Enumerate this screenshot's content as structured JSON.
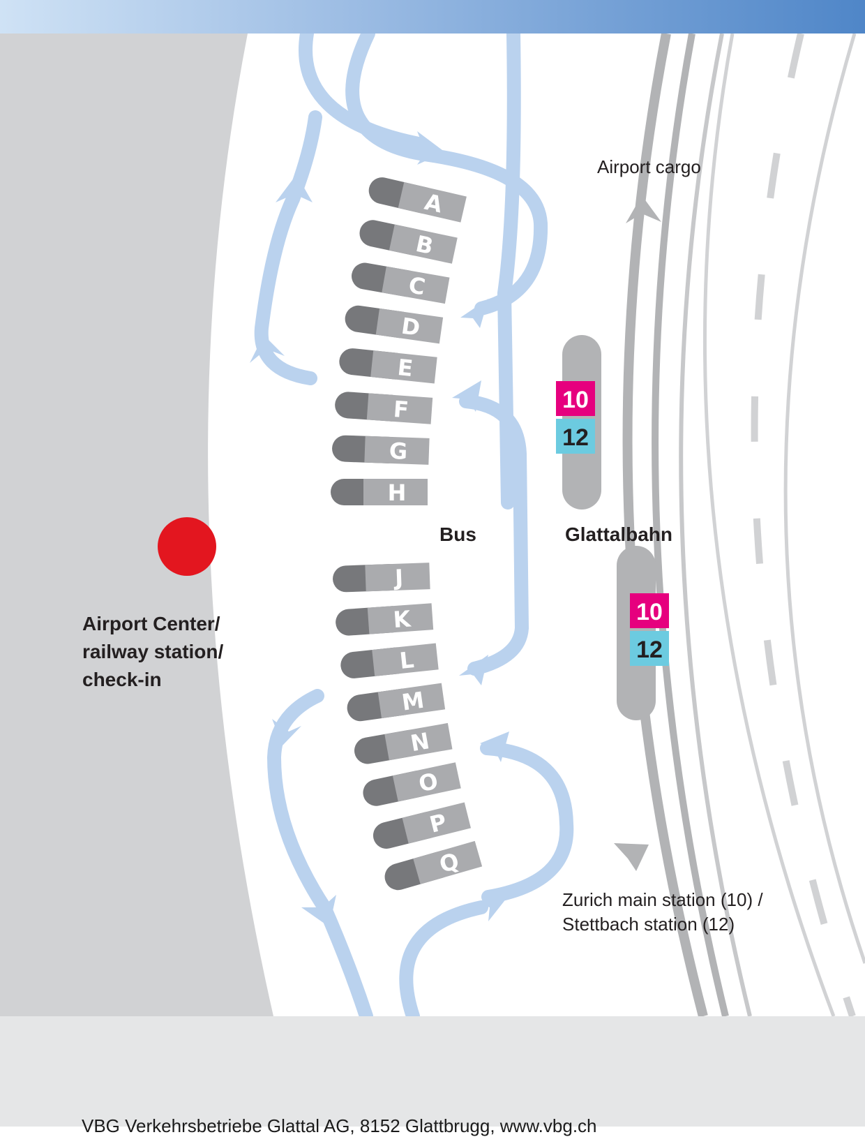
{
  "labels": {
    "airport_cargo": "Airport cargo",
    "bus": "Bus",
    "glattalbahn": "Glattalbahn",
    "airport_center_line1": "Airport Center/",
    "airport_center_line2": "railway station/",
    "airport_center_line3": "check-in",
    "destination_line1": "Zurich main station (10) /",
    "destination_line2": "Stettbach station (12)"
  },
  "gates_upper": [
    "A",
    "B",
    "C",
    "D",
    "E",
    "F",
    "G",
    "H"
  ],
  "gates_lower": [
    "J",
    "K",
    "L",
    "M",
    "N",
    "O",
    "P",
    "Q"
  ],
  "tram_stop_north": {
    "line_a": "10",
    "line_b": "12"
  },
  "tram_stop_south": {
    "line_a": "10",
    "line_b": "12"
  },
  "footer": {
    "text": "VBG Verkehrsbetriebe Glattal AG, 8152 Glattbrugg, www.vbg.ch"
  },
  "colors": {
    "tram_10": "#e6007e",
    "tram_12": "#6ccbe0",
    "location_marker": "#e3161f",
    "terminal": "#d1d2d4",
    "bus_route": "#bad2ee",
    "road": "#b2b3b5",
    "gate_dark": "#77787b",
    "gate_light": "#aaabae"
  },
  "icons": [
    "location-marker-icon",
    "route-arrow-icon"
  ]
}
